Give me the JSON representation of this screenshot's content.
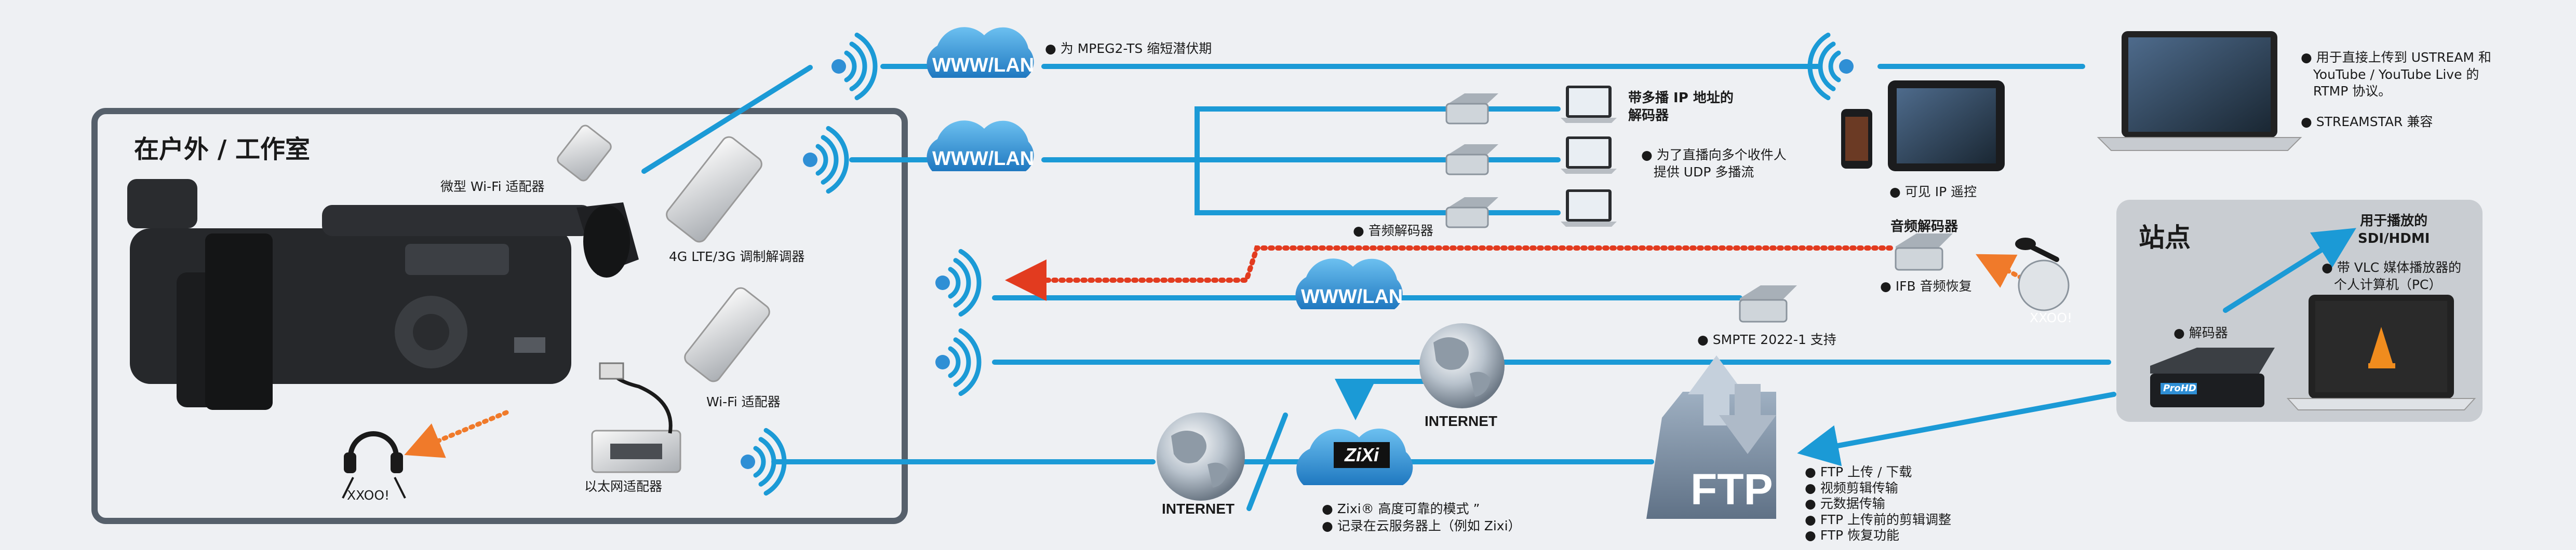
{
  "studio_box": {
    "title": "在户外 / 工作室",
    "labels": {
      "micro_wifi": "微型 Wi-Fi 适配器",
      "lte_modem": "4G LTE/3G 调制解调器",
      "wifi_adapter": "Wi-Fi 适配器",
      "ethernet_adapter": "以太网适配器",
      "headphone_call": "XXOO!"
    }
  },
  "clouds": {
    "www_lan_1": "WWW/LAN",
    "www_lan_2": "WWW/LAN",
    "www_lan_3": "WWW/LAN",
    "zixi_logo": "ZiXi"
  },
  "notes": {
    "mpeg2_ts": "为 MPEG2-TS 缩短潜伏期",
    "multicast_title": [
      "带多播 IP 地址的",
      "解码器"
    ],
    "multicast_desc": [
      "为了直播向多个收件人",
      "提供 UDP 多播流"
    ],
    "audio_decoder_1": "音频解码器",
    "audio_decoder_2": "音频解码器",
    "visible_ip": "可见 IP 遥控",
    "ustream": [
      "用于直接上传到 USTREAM 和",
      "YouTube / YouTube Live 的",
      "RTMP 协议。"
    ],
    "streamstar": "STREAMSTAR 兼容",
    "ifb": "IFB 音频恢复",
    "smpte": "SMPTE 2022-1 支持",
    "internet_1": "INTERNET",
    "internet_2": "INTERNET",
    "zixi_note": [
      "Zixi® 高度可靠的模式 ”",
      "记录在云服务器上（例如 Zixi）"
    ],
    "ftp_label": "FTP",
    "ftp_features": [
      "FTP 上传 / 下载",
      "视频剪辑传输",
      "元数据传输",
      "FTP 上传前的剪辑调整",
      "FTP 恢复功能"
    ],
    "station_call": "XXOO!"
  },
  "station": {
    "title": "站点",
    "sdi_label": [
      "用于播放的",
      "SDI/HDMI"
    ],
    "vlc_label": [
      "带 VLC 媒体播放器的",
      "个人计算机（PC）"
    ],
    "decoder_label": "解码器",
    "decoder_brand": "ProHD"
  },
  "colors": {
    "link_blue": "#1b9ad6",
    "cloud_blue": "#2f8fd5",
    "frame_dark": "#56606b",
    "station_gray": "#c9cdd2",
    "return_red": "#e23b1f",
    "orange": "#f07a2a"
  }
}
